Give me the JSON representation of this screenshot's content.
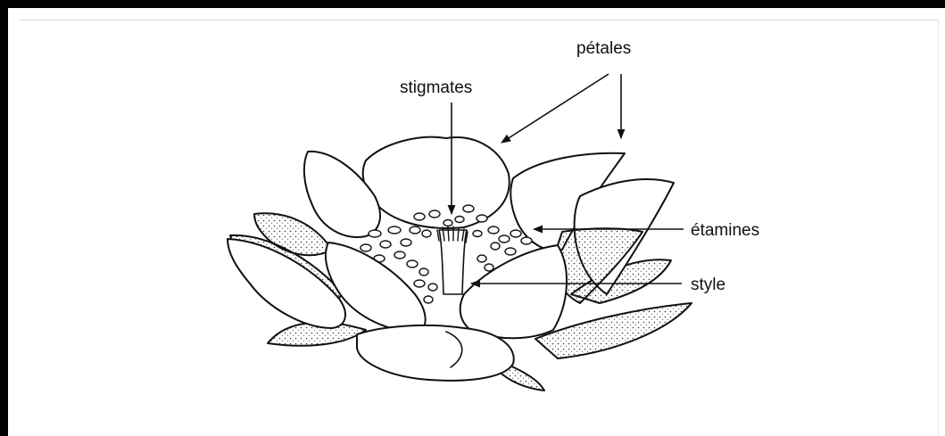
{
  "labels": {
    "petals": "pétales",
    "stigmas": "stigmates",
    "stamens": "étamines",
    "style": "style"
  }
}
